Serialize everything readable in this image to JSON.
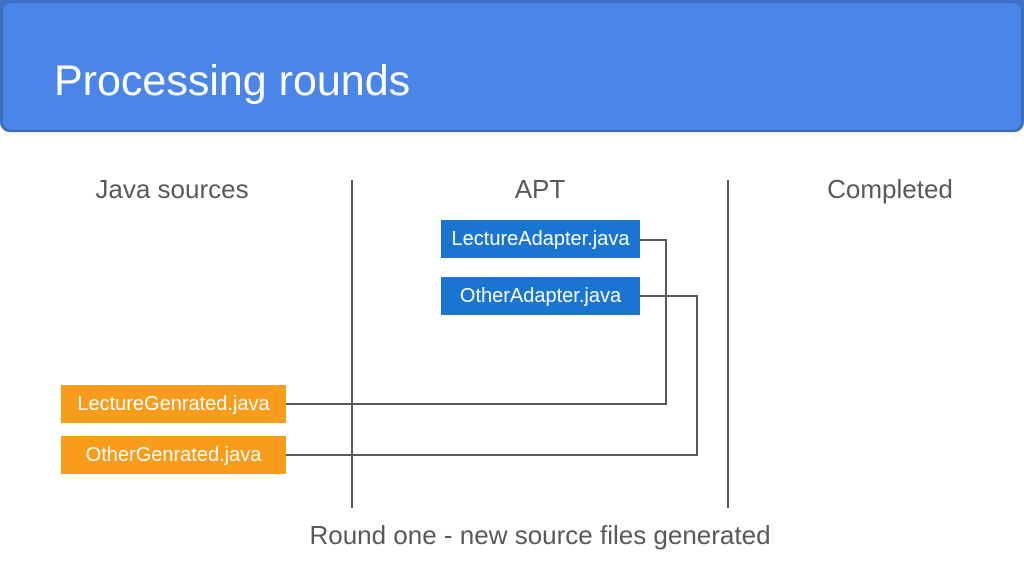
{
  "slide": {
    "title": "Processing rounds",
    "caption": "Round one - new source files generated"
  },
  "columns": [
    {
      "id": "java-sources",
      "label": "Java sources"
    },
    {
      "id": "apt",
      "label": "APT"
    },
    {
      "id": "completed",
      "label": "Completed"
    }
  ],
  "apt_nodes": [
    {
      "label": "LectureAdapter.java"
    },
    {
      "label": "OtherAdapter.java"
    }
  ],
  "source_nodes": [
    {
      "label": "LectureGenrated.java"
    },
    {
      "label": "OtherGenrated.java"
    }
  ],
  "colors": {
    "header_frame": "#3e71c6",
    "header_background": "#4a86e8",
    "adapter_box": "#1a74d2",
    "generated_box": "#f99c1b",
    "line": "#595959",
    "label_text": "#595959",
    "box_text": "#ffffff",
    "title_text": "#ffffff"
  }
}
